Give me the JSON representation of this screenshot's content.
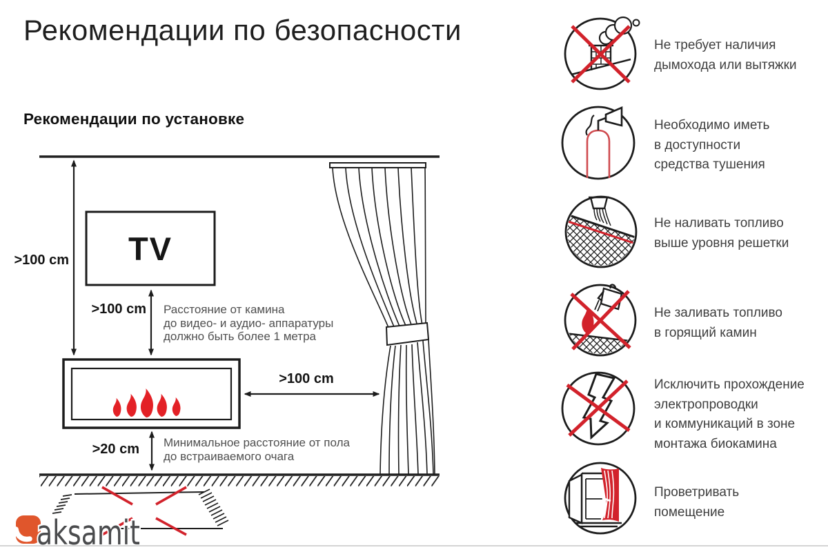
{
  "title": "Рекомендации по безопасности",
  "installation": {
    "heading": "Рекомендации по установке",
    "tv_label": "TV",
    "dim_left": ">100 cm",
    "dim_tv": ">100 cm",
    "dim_side": ">100 cm",
    "dim_floor": ">20 cm",
    "note_tv": {
      "line1": "Расстояние от камина",
      "line2": "до видео- и аудио- аппаратуры",
      "line3": "должно быть более 1 метра"
    },
    "note_floor": {
      "line1": "Минимальное расстояние от пола",
      "line2": "до встраиваемого очага"
    }
  },
  "rules": [
    {
      "icon": "no-chimney-icon",
      "lines": {
        "l1": "Не требует наличия",
        "l2": "дымохода или вытяжки"
      }
    },
    {
      "icon": "extinguisher-icon",
      "lines": {
        "l1": "Необходимо иметь",
        "l2": "в доступности",
        "l3": "средства тушения"
      }
    },
    {
      "icon": "fuel-level-icon",
      "lines": {
        "l1": "Не наливать топливо",
        "l2": "выше уровня решетки"
      }
    },
    {
      "icon": "no-refill-burning-icon",
      "lines": {
        "l1": "Не заливать топливо",
        "l2": "в горящий камин"
      }
    },
    {
      "icon": "no-wiring-icon",
      "lines": {
        "l1": "Исключить прохождение",
        "l2": "электропроводки",
        "l3": "и коммуникаций в зоне",
        "l4": "монтажа биокамина"
      }
    },
    {
      "icon": "ventilate-icon",
      "lines": {
        "l1": "Проветривать",
        "l2": "помещение"
      }
    }
  ],
  "logo": {
    "text": "aksamit"
  },
  "colors": {
    "prohibition_red": "#d2222b",
    "flame_red": "#e32126",
    "extinguisher_red": "#cf4a4e",
    "logo_orange": "#e0562c",
    "line_black": "#1c1c1c",
    "note_gray": "#4f4f4f"
  }
}
